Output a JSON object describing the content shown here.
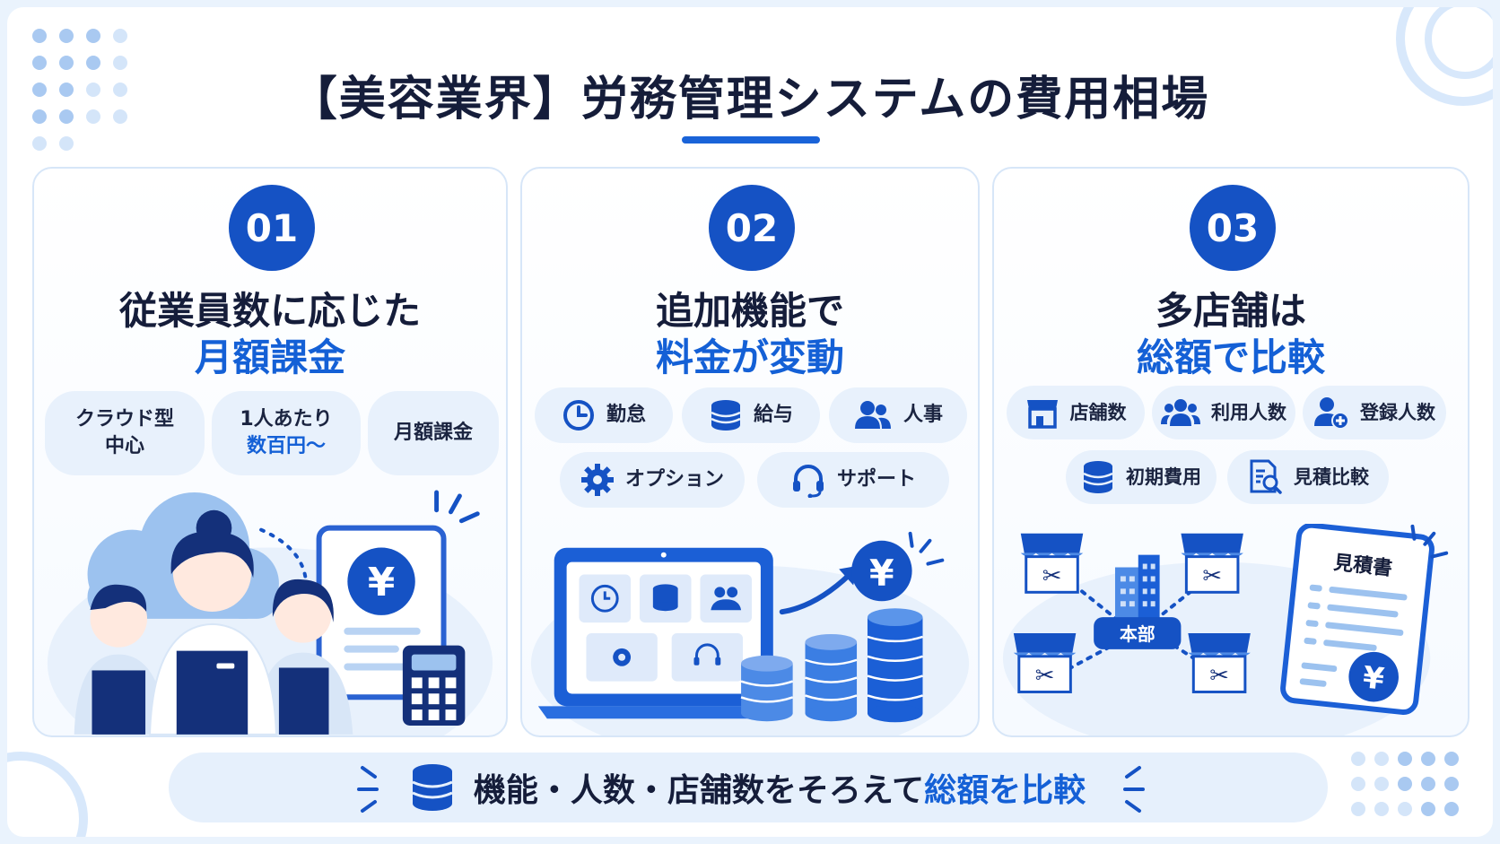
{
  "title": "【美容業界】労務管理システムの費用相場",
  "panels": [
    {
      "number": "01",
      "heading_line1": "従業員数に応じた",
      "heading_line2": "月額課金",
      "pills": [
        {
          "line1": "クラウド型",
          "line2": "中心"
        },
        {
          "line1": "1人あたり",
          "line2": "数百円〜"
        },
        {
          "line1": "月額課金",
          "line2": ""
        }
      ],
      "illustration_icons": [
        "cloud-icon",
        "staff-icon",
        "invoice-yen-icon",
        "calculator-icon"
      ]
    },
    {
      "number": "02",
      "heading_line1": "追加機能で",
      "heading_line2": "料金が変動",
      "pills": [
        {
          "label": "勤怠",
          "icon": "clock-icon"
        },
        {
          "label": "給与",
          "icon": "coin-stack-icon"
        },
        {
          "label": "人事",
          "icon": "people-icon"
        },
        {
          "label": "オプション",
          "icon": "gear-icon"
        },
        {
          "label": "サポート",
          "icon": "headset-icon"
        }
      ],
      "illustration_icons": [
        "laptop-icon",
        "trend-arrow-icon",
        "yen-coin-icon",
        "coin-stack-icon"
      ]
    },
    {
      "number": "03",
      "heading_line1": "多店舗は",
      "heading_line2": "総額で比較",
      "pills": [
        {
          "label": "店舗数",
          "icon": "store-icon"
        },
        {
          "label": "利用人数",
          "icon": "people-icon"
        },
        {
          "label": "登録人数",
          "icon": "user-add-icon"
        },
        {
          "label": "初期費用",
          "icon": "coin-stack-icon"
        },
        {
          "label": "見積比較",
          "icon": "document-search-icon"
        }
      ],
      "hq_label": "本部",
      "estimate_label": "見積書",
      "illustration_icons": [
        "store-scissors-icon",
        "building-icon",
        "estimate-document-icon"
      ]
    }
  ],
  "footer": {
    "text_plain": "機能・人数・店舗数をそろえて",
    "text_highlight": "総額を比較"
  },
  "colors": {
    "primary": "#1552c4",
    "accent": "#1460d6",
    "pill_bg": "#e8f1fc",
    "text_dark": "#151d3a"
  }
}
